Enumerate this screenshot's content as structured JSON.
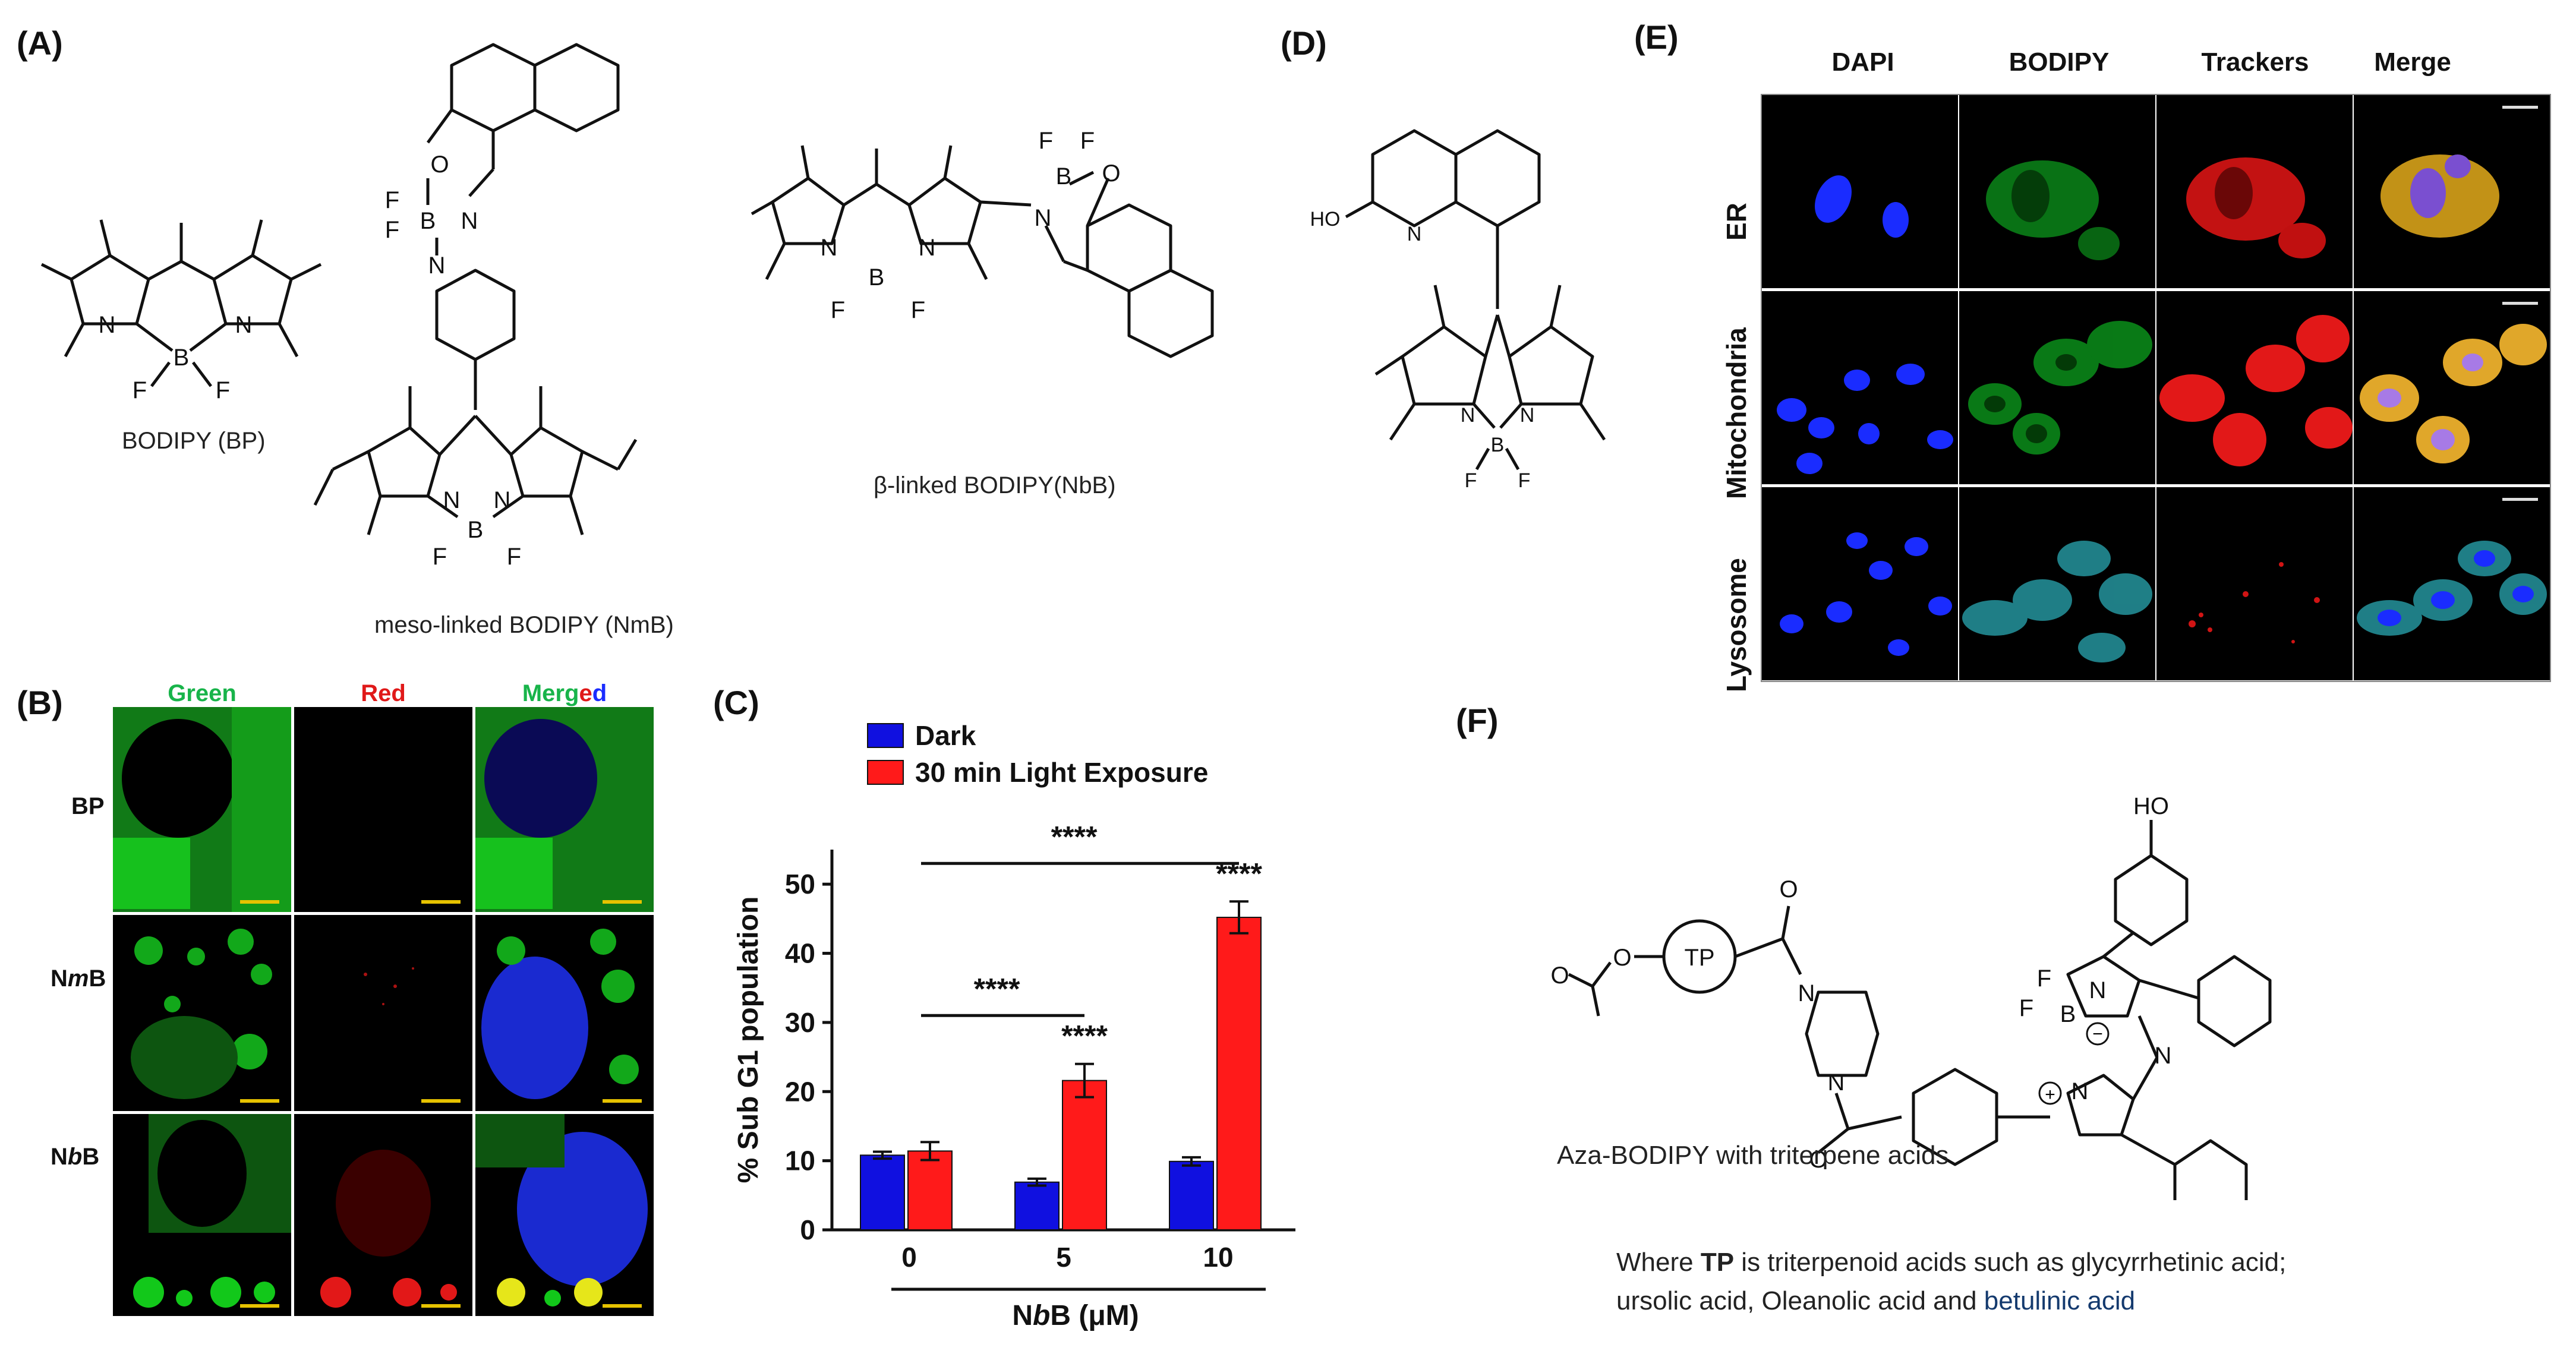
{
  "panels": {
    "A": {
      "label": "(A)",
      "bp_caption": "BODIPY (BP)",
      "nmb_caption": "meso-linked BODIPY (NmB)",
      "nbb_caption": "β-linked BODIPY(NbB)"
    },
    "B": {
      "label": "(B)",
      "col_green": "Green",
      "col_red": "Red",
      "col_merged_parts": [
        "Merg",
        "e",
        "d"
      ],
      "rows": [
        "BP",
        "NmB",
        "NbB"
      ],
      "row_parts": [
        [
          "BP"
        ],
        [
          "N",
          "m",
          "B"
        ],
        [
          "N",
          "b",
          "B"
        ]
      ]
    },
    "C": {
      "label": "(C)"
    },
    "D": {
      "label": "(D)"
    },
    "E": {
      "label": "(E)",
      "columns": [
        "DAPI",
        "BODIPY",
        "Trackers",
        "Merge"
      ],
      "rows": [
        "ER",
        "Mitochondria",
        "Lysosome"
      ]
    },
    "F": {
      "label": "(F)",
      "caption": "Aza-BODIPY with  triterpene acids",
      "where_line1_pre": "Where ",
      "where_tp": "TP",
      "where_line1_post": " is triterpenoid acids such as glycyrrhetinic acid;",
      "where_line2_a": "ursolic acid, Oleanolic acid and ",
      "where_line2_b": "betulinic acid"
    }
  },
  "chem_labels": {
    "N": "N",
    "B": "B",
    "F": "F",
    "O": "O",
    "HO": "HO",
    "TP": "TP",
    "plus": "+",
    "minus": "−"
  },
  "chart_data": {
    "type": "bar",
    "categories": [
      "0",
      "5",
      "10"
    ],
    "series": [
      {
        "name": "Dark",
        "color": "#1010e0",
        "values": [
          10.8,
          6.9,
          9.9
        ],
        "errors": [
          0.5,
          0.5,
          0.6
        ]
      },
      {
        "name": "30 min Light Exposure",
        "color": "#ff1a1a",
        "values": [
          11.4,
          21.6,
          45.2
        ],
        "errors": [
          1.3,
          2.4,
          2.3
        ]
      }
    ],
    "ylabel": "% Sub G1 population",
    "xlabel_parts": [
      "N",
      "b",
      "B (μM)"
    ],
    "ylim": [
      0,
      55
    ],
    "yticks": [
      0,
      10,
      20,
      30,
      40,
      50
    ],
    "significance": [
      "****",
      "****",
      "****",
      "****"
    ],
    "legend_position": "top-left"
  }
}
